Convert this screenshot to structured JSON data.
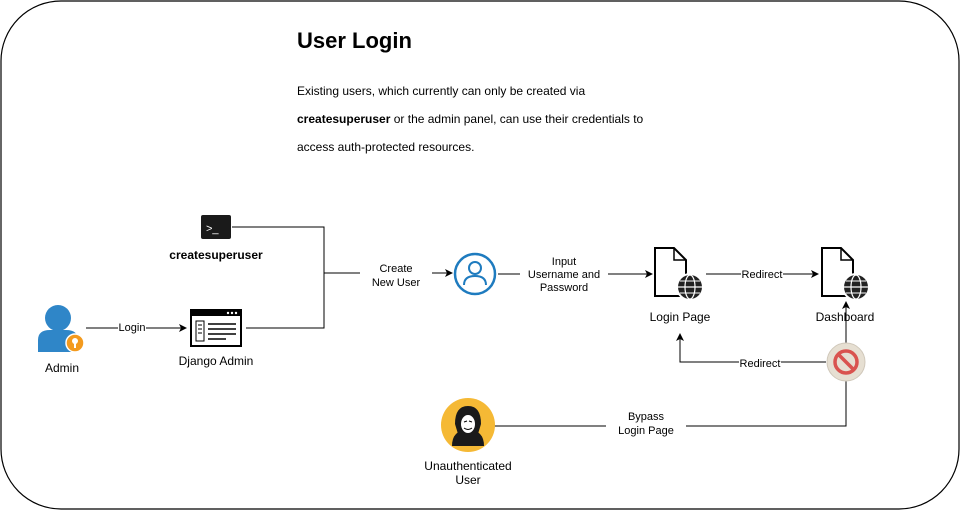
{
  "title": "User Login",
  "description": {
    "line1": "Existing users, which currently can only be created via",
    "line2_bold": "createsuperuser",
    "line2_rest": " or the admin panel, can use their credentials to",
    "line3": "access auth-protected resources."
  },
  "nodes": {
    "admin": "Admin",
    "createsuperuser": "createsuperuser",
    "django_admin": "Django Admin",
    "login_page": "Login Page",
    "dashboard": "Dashboard",
    "unauth_line1": "Unauthenticated",
    "unauth_line2": "User",
    "terminal_prompt": ">_"
  },
  "edges": {
    "login": "Login",
    "create_line1": "Create",
    "create_line2": "New User",
    "input_line1": "Input",
    "input_line2": "Username and",
    "input_line3": "Password",
    "redirect_top": "Redirect",
    "redirect_bottom": "Redirect",
    "bypass_line1": "Bypass",
    "bypass_line2": "Login Page"
  },
  "colors": {
    "user_blue": "#1e7bbf",
    "admin_blue": "#2f86c8",
    "key_orange": "#f39a1e",
    "hacker_yellow": "#f5b935",
    "block_red": "#d9534f",
    "block_bg": "#e6dfd2"
  }
}
